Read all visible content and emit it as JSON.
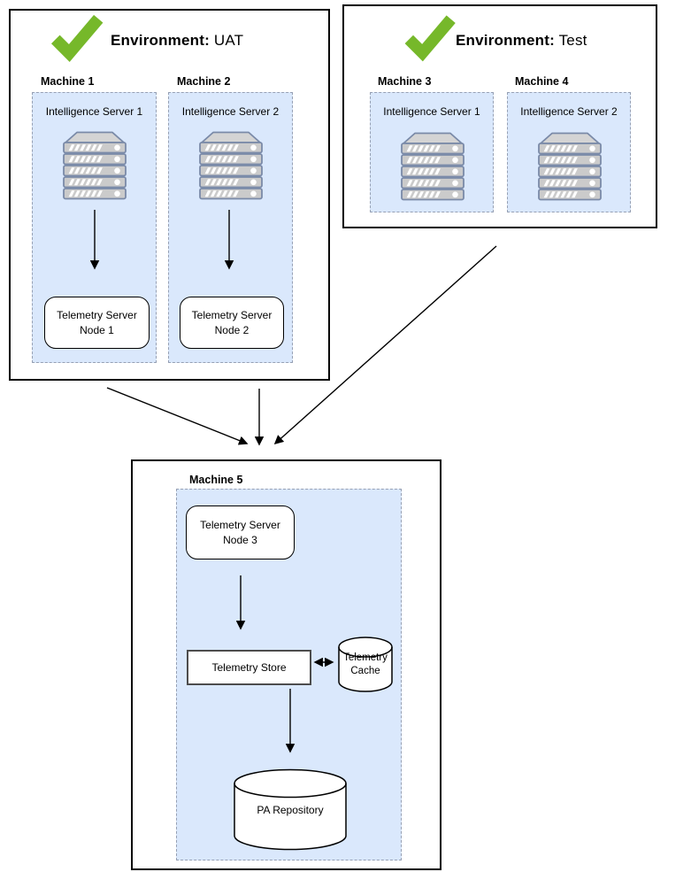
{
  "environments": [
    {
      "title_label": "Environment:",
      "title_value": "UAT",
      "machines": [
        {
          "name": "Machine 1",
          "server_label": "Intelligence Server 1",
          "node": {
            "line1": "Telemetry Server",
            "line2": "Node 1"
          }
        },
        {
          "name": "Machine 2",
          "server_label": "Intelligence Server 2",
          "node": {
            "line1": "Telemetry Server",
            "line2": "Node 2"
          }
        }
      ]
    },
    {
      "title_label": "Environment:",
      "title_value": "Test",
      "machines": [
        {
          "name": "Machine 3",
          "server_label": "Intelligence Server 1"
        },
        {
          "name": "Machine 4",
          "server_label": "Intelligence Server 2"
        }
      ]
    }
  ],
  "central_machine": {
    "name": "Machine 5",
    "node": {
      "line1": "Telemetry Server",
      "line2": "Node 3"
    },
    "store_label": "Telemetry Store",
    "cache": {
      "line1": "Telemetry",
      "line2": "Cache"
    },
    "repository_label": "PA Repository"
  },
  "icons": {
    "check": "check-icon",
    "server": "server-stack-icon",
    "cache": "database-cylinder-icon",
    "repository": "database-cylinder-icon"
  },
  "colors": {
    "machine_fill": "#dae8fc",
    "machine_border": "#96a0b4",
    "check_green": "#76b82a",
    "store_border": "#4d4d4d",
    "server_icon_stroke": "#7a8aa8",
    "server_icon_fill": "#cbcbcb",
    "arrow_color": "#000000"
  }
}
